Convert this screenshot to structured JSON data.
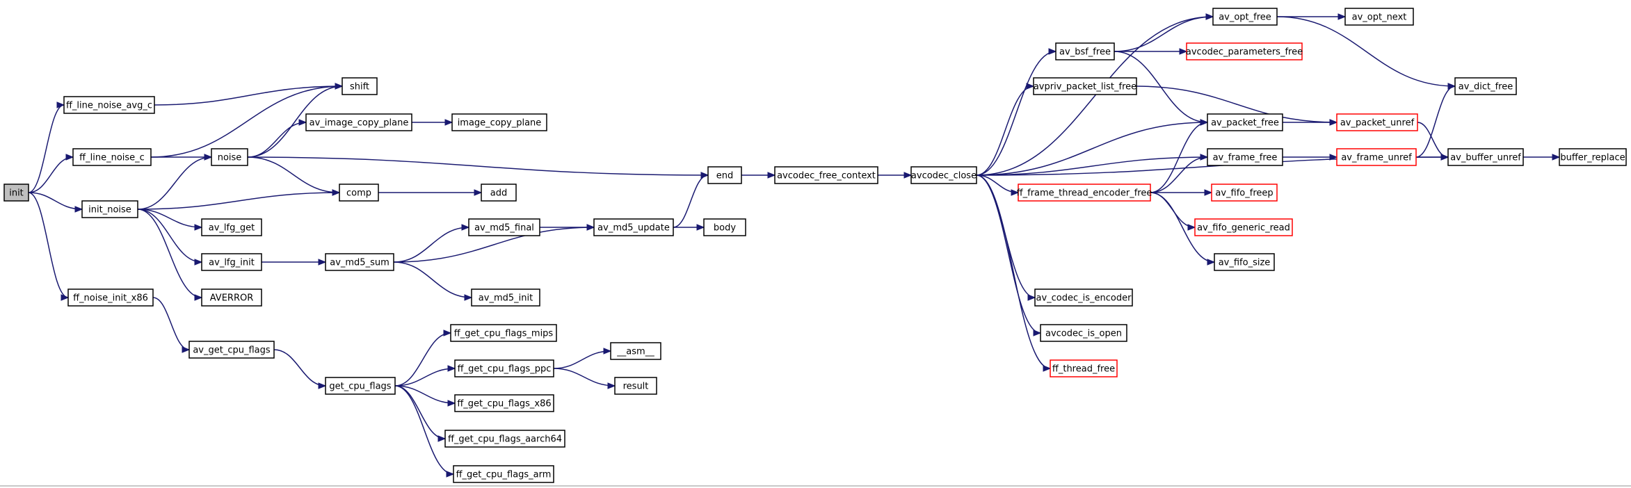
{
  "nodes": [
    {
      "id": "init",
      "label": "init",
      "root": true
    },
    {
      "id": "ff_line_noise_avg_c",
      "label": "ff_line_noise_avg_c"
    },
    {
      "id": "ff_line_noise_c",
      "label": "ff_line_noise_c"
    },
    {
      "id": "init_noise",
      "label": "init_noise"
    },
    {
      "id": "ff_noise_init_x86",
      "label": "ff_noise_init_x86"
    },
    {
      "id": "shift",
      "label": "shift"
    },
    {
      "id": "noise",
      "label": "noise"
    },
    {
      "id": "av_image_copy_plane",
      "label": "av_image_copy_plane"
    },
    {
      "id": "image_copy_plane",
      "label": "image_copy_plane"
    },
    {
      "id": "comp",
      "label": "comp"
    },
    {
      "id": "add",
      "label": "add"
    },
    {
      "id": "av_lfg_get",
      "label": "av_lfg_get"
    },
    {
      "id": "av_lfg_init",
      "label": "av_lfg_init"
    },
    {
      "id": "AVERROR",
      "label": "AVERROR"
    },
    {
      "id": "av_md5_sum",
      "label": "av_md5_sum"
    },
    {
      "id": "av_md5_final",
      "label": "av_md5_final"
    },
    {
      "id": "av_md5_init",
      "label": "av_md5_init"
    },
    {
      "id": "av_md5_update",
      "label": "av_md5_update"
    },
    {
      "id": "end",
      "label": "end"
    },
    {
      "id": "body",
      "label": "body"
    },
    {
      "id": "av_get_cpu_flags",
      "label": "av_get_cpu_flags"
    },
    {
      "id": "get_cpu_flags",
      "label": "get_cpu_flags"
    },
    {
      "id": "ff_get_cpu_flags_mips",
      "label": "ff_get_cpu_flags_mips"
    },
    {
      "id": "ff_get_cpu_flags_ppc",
      "label": "ff_get_cpu_flags_ppc"
    },
    {
      "id": "ff_get_cpu_flags_x86",
      "label": "ff_get_cpu_flags_x86"
    },
    {
      "id": "ff_get_cpu_flags_aarch64",
      "label": "ff_get_cpu_flags_aarch64"
    },
    {
      "id": "ff_get_cpu_flags_arm",
      "label": "ff_get_cpu_flags_arm"
    },
    {
      "id": "__asm__",
      "label": "__asm__"
    },
    {
      "id": "result",
      "label": "result"
    },
    {
      "id": "avcodec_free_context",
      "label": "avcodec_free_context"
    },
    {
      "id": "avcodec_close",
      "label": "avcodec_close"
    },
    {
      "id": "av_opt_free",
      "label": "av_opt_free"
    },
    {
      "id": "av_opt_next",
      "label": "av_opt_next"
    },
    {
      "id": "av_bsf_free",
      "label": "av_bsf_free"
    },
    {
      "id": "avcodec_parameters_free",
      "label": "avcodec_parameters_free",
      "red": true
    },
    {
      "id": "avpriv_packet_list_free",
      "label": "avpriv_packet_list_free"
    },
    {
      "id": "av_packet_free",
      "label": "av_packet_free"
    },
    {
      "id": "av_packet_unref",
      "label": "av_packet_unref",
      "red": true
    },
    {
      "id": "av_dict_free",
      "label": "av_dict_free"
    },
    {
      "id": "av_frame_free",
      "label": "av_frame_free"
    },
    {
      "id": "av_frame_unref",
      "label": "av_frame_unref",
      "red": true
    },
    {
      "id": "av_buffer_unref",
      "label": "av_buffer_unref"
    },
    {
      "id": "buffer_replace",
      "label": "buffer_replace"
    },
    {
      "id": "ff_frame_thread_encoder_free",
      "label": "ff_frame_thread_encoder_free",
      "red": true
    },
    {
      "id": "av_fifo_freep",
      "label": "av_fifo_freep",
      "red": true
    },
    {
      "id": "av_fifo_generic_read",
      "label": "av_fifo_generic_read",
      "red": true
    },
    {
      "id": "av_fifo_size",
      "label": "av_fifo_size"
    },
    {
      "id": "av_codec_is_encoder",
      "label": "av_codec_is_encoder"
    },
    {
      "id": "avcodec_is_open",
      "label": "avcodec_is_open"
    },
    {
      "id": "ff_thread_free",
      "label": "ff_thread_free",
      "red": true
    }
  ],
  "edges": [
    [
      "init",
      "ff_line_noise_avg_c"
    ],
    [
      "init",
      "ff_line_noise_c"
    ],
    [
      "init",
      "init_noise"
    ],
    [
      "init",
      "ff_noise_init_x86"
    ],
    [
      "ff_line_noise_avg_c",
      "shift"
    ],
    [
      "ff_line_noise_c",
      "shift"
    ],
    [
      "ff_line_noise_c",
      "noise"
    ],
    [
      "noise",
      "shift"
    ],
    [
      "noise",
      "av_image_copy_plane"
    ],
    [
      "noise",
      "comp"
    ],
    [
      "noise",
      "end"
    ],
    [
      "av_image_copy_plane",
      "image_copy_plane"
    ],
    [
      "comp",
      "add"
    ],
    [
      "init_noise",
      "noise"
    ],
    [
      "init_noise",
      "comp"
    ],
    [
      "init_noise",
      "av_lfg_get"
    ],
    [
      "init_noise",
      "av_lfg_init"
    ],
    [
      "init_noise",
      "AVERROR"
    ],
    [
      "av_lfg_init",
      "av_md5_sum"
    ],
    [
      "av_md5_sum",
      "av_md5_final"
    ],
    [
      "av_md5_sum",
      "av_md5_update"
    ],
    [
      "av_md5_sum",
      "av_md5_init"
    ],
    [
      "av_md5_final",
      "av_md5_update"
    ],
    [
      "av_md5_update",
      "end"
    ],
    [
      "av_md5_update",
      "body"
    ],
    [
      "ff_noise_init_x86",
      "av_get_cpu_flags"
    ],
    [
      "av_get_cpu_flags",
      "get_cpu_flags"
    ],
    [
      "get_cpu_flags",
      "ff_get_cpu_flags_mips"
    ],
    [
      "get_cpu_flags",
      "ff_get_cpu_flags_ppc"
    ],
    [
      "get_cpu_flags",
      "ff_get_cpu_flags_x86"
    ],
    [
      "get_cpu_flags",
      "ff_get_cpu_flags_aarch64"
    ],
    [
      "get_cpu_flags",
      "ff_get_cpu_flags_arm"
    ],
    [
      "ff_get_cpu_flags_ppc",
      "__asm__"
    ],
    [
      "ff_get_cpu_flags_ppc",
      "result"
    ],
    [
      "end",
      "avcodec_free_context"
    ],
    [
      "avcodec_free_context",
      "avcodec_close"
    ],
    [
      "avcodec_close",
      "av_opt_free"
    ],
    [
      "avcodec_close",
      "av_bsf_free"
    ],
    [
      "avcodec_close",
      "avpriv_packet_list_free"
    ],
    [
      "avcodec_close",
      "av_packet_free"
    ],
    [
      "avcodec_close",
      "av_frame_free"
    ],
    [
      "avcodec_close",
      "ff_frame_thread_encoder_free"
    ],
    [
      "avcodec_close",
      "av_buffer_unref"
    ],
    [
      "avcodec_close",
      "av_codec_is_encoder"
    ],
    [
      "avcodec_close",
      "avcodec_is_open"
    ],
    [
      "avcodec_close",
      "ff_thread_free"
    ],
    [
      "av_opt_free",
      "av_opt_next"
    ],
    [
      "av_opt_free",
      "av_dict_free"
    ],
    [
      "av_bsf_free",
      "av_opt_free"
    ],
    [
      "av_bsf_free",
      "avcodec_parameters_free"
    ],
    [
      "av_bsf_free",
      "av_packet_free"
    ],
    [
      "avpriv_packet_list_free",
      "av_packet_unref"
    ],
    [
      "av_packet_free",
      "av_packet_unref"
    ],
    [
      "av_packet_unref",
      "av_buffer_unref"
    ],
    [
      "av_frame_free",
      "av_frame_unref"
    ],
    [
      "av_frame_unref",
      "av_dict_free"
    ],
    [
      "av_frame_unref",
      "av_buffer_unref"
    ],
    [
      "av_buffer_unref",
      "buffer_replace"
    ],
    [
      "ff_frame_thread_encoder_free",
      "av_packet_free"
    ],
    [
      "ff_frame_thread_encoder_free",
      "av_frame_free"
    ],
    [
      "ff_frame_thread_encoder_free",
      "av_fifo_freep"
    ],
    [
      "ff_frame_thread_encoder_free",
      "av_fifo_generic_read"
    ],
    [
      "ff_frame_thread_encoder_free",
      "av_fifo_size"
    ]
  ]
}
